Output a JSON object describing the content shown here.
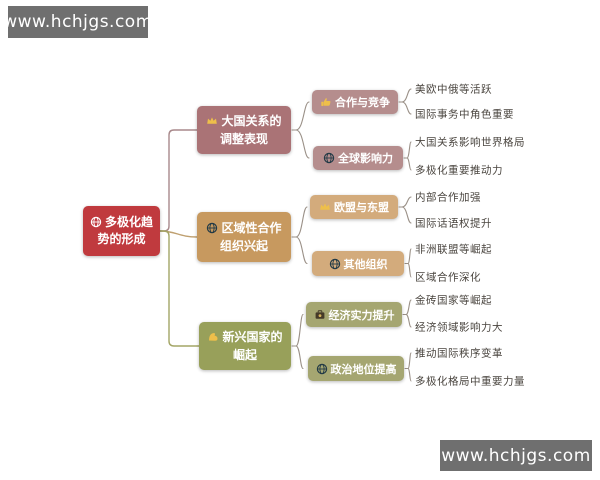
{
  "watermark": {
    "text": "www.hchjgs.com",
    "background": "#6f6f6f"
  },
  "root": {
    "label": "多极化趋势的形成",
    "icon": "globe-icon",
    "color": "#c03a3e"
  },
  "branches": [
    {
      "label": "大国关系的调整表现",
      "icon": "crown-icon",
      "color": "#aa7376",
      "children": [
        {
          "label": "合作与竞争",
          "icon": "thumbs-up-icon",
          "color": "#b58d8d",
          "leaves": [
            "美欧中俄等活跃",
            "国际事务中角色重要"
          ]
        },
        {
          "label": "全球影响力",
          "icon": "globe-icon",
          "color": "#b58d8d",
          "leaves": [
            "大国关系影响世界格局",
            "多极化重要推动力"
          ]
        }
      ]
    },
    {
      "label": "区域性合作组织兴起",
      "icon": "globe-icon",
      "color": "#c7995f",
      "children": [
        {
          "label": "欧盟与东盟",
          "icon": "crown-icon",
          "color": "#d3ab7c",
          "leaves": [
            "内部合作加强",
            "国际话语权提升"
          ]
        },
        {
          "label": "其他组织",
          "icon": "globe-icon",
          "color": "#d3ab7c",
          "leaves": [
            "非洲联盟等崛起",
            "区域合作深化"
          ]
        }
      ]
    },
    {
      "label": "新兴国家的崛起",
      "icon": "muscle-icon",
      "color": "#98a05a",
      "children": [
        {
          "label": "经济实力提升",
          "icon": "briefcase-icon",
          "color": "#a5a671",
          "leaves": [
            "金砖国家等崛起",
            "经济领域影响力大"
          ]
        },
        {
          "label": "政治地位提高",
          "icon": "globe-icon",
          "color": "#a5a671",
          "leaves": [
            "推动国际秩序变革",
            "多极化格局中重要力量"
          ]
        }
      ]
    }
  ],
  "colors": {
    "leaf_text": "#4a453f",
    "brace_line": "#9a9087",
    "branch_lines": [
      "#a8898b",
      "#bfa070",
      "#a3a566"
    ]
  }
}
